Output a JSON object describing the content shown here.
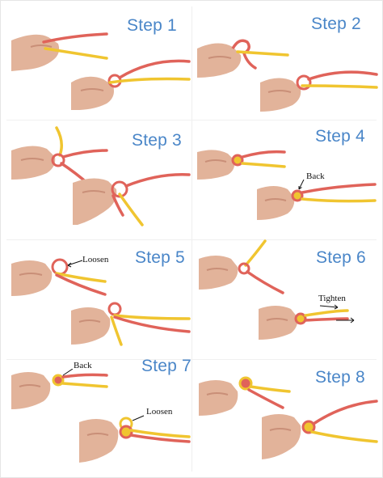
{
  "steps": [
    {
      "title": "Step 1",
      "annotation": ""
    },
    {
      "title": "Step 2",
      "annotation": ""
    },
    {
      "title": "Step 3",
      "annotation": ""
    },
    {
      "title": "Step 4",
      "annotation": "Back"
    },
    {
      "title": "Step 5",
      "annotation": "Loosen"
    },
    {
      "title": "Step 6",
      "annotation": "Tighten"
    },
    {
      "title": "Step 7",
      "annotation": "Back"
    },
    {
      "title": "Step 7b",
      "annotation": "Loosen"
    },
    {
      "title": "Step 8",
      "annotation": ""
    }
  ],
  "labels": {
    "step1": "Step 1",
    "step2": "Step 2",
    "step3": "Step 3",
    "step4": "Step 4",
    "step5": "Step 5",
    "step6": "Step 6",
    "step7": "Step 7",
    "step8": "Step 8",
    "back_4": "Back",
    "loosen_5": "Loosen",
    "tighten_6": "Tighten",
    "back_7": "Back",
    "loosen_7": "Loosen"
  },
  "colors": {
    "title": "#4a86c8",
    "red_cord": "#e0635a",
    "yellow_cord": "#f0c530",
    "skin": "#e2b39a",
    "skin_shadow": "#c98f78"
  },
  "icons": {
    "hand": "hand-holding-cord-photo",
    "arrow": "pointer-arrow-icon"
  }
}
